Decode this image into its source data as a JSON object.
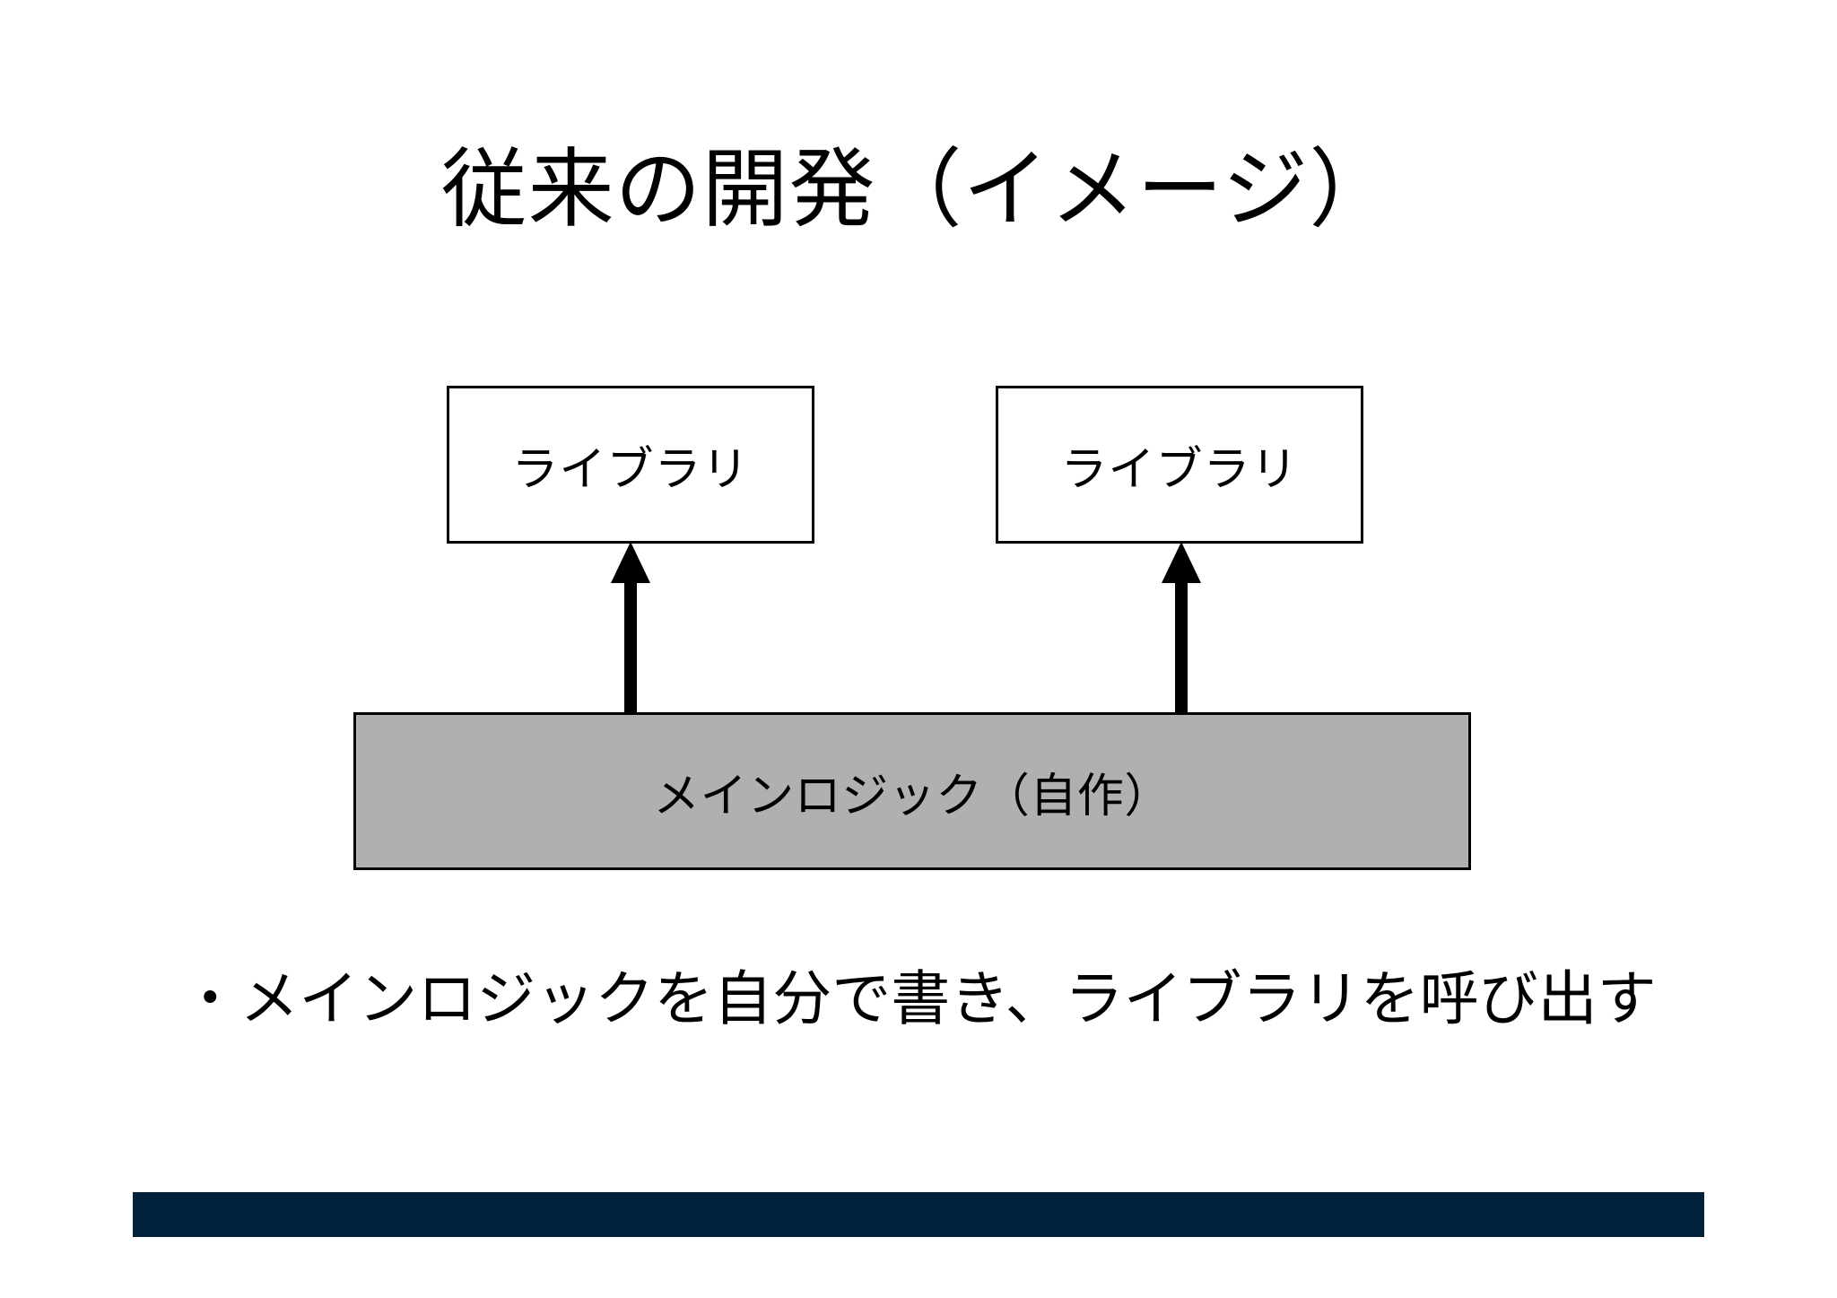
{
  "slide": {
    "title": "従来の開発（イメージ）",
    "background_color": "#ffffff"
  },
  "diagram": {
    "type": "block-diagram",
    "nodes": [
      {
        "id": "library-1",
        "label": "ライブラリ",
        "fill": "#ffffff",
        "border": "#000000"
      },
      {
        "id": "library-2",
        "label": "ライブラリ",
        "fill": "#ffffff",
        "border": "#000000"
      },
      {
        "id": "main-logic",
        "label": "メインロジック（自作）",
        "fill": "#b0b0b0",
        "border": "#000000"
      }
    ],
    "edges": [
      {
        "id": "edge-1",
        "from": "main-logic",
        "to": "library-1",
        "direction": "up",
        "style": "solid-arrow",
        "color": "#000000"
      },
      {
        "id": "edge-2",
        "from": "main-logic",
        "to": "library-2",
        "direction": "up",
        "style": "solid-arrow",
        "color": "#000000"
      }
    ]
  },
  "body": {
    "bullet": "・メインロジックを自分で書き、ライブラリを呼び出す"
  },
  "footer": {
    "bar_color": "#00213a"
  },
  "colors": {
    "text": "#000000",
    "gray_fill": "#b0b0b0",
    "navy": "#00213a",
    "white": "#ffffff"
  }
}
